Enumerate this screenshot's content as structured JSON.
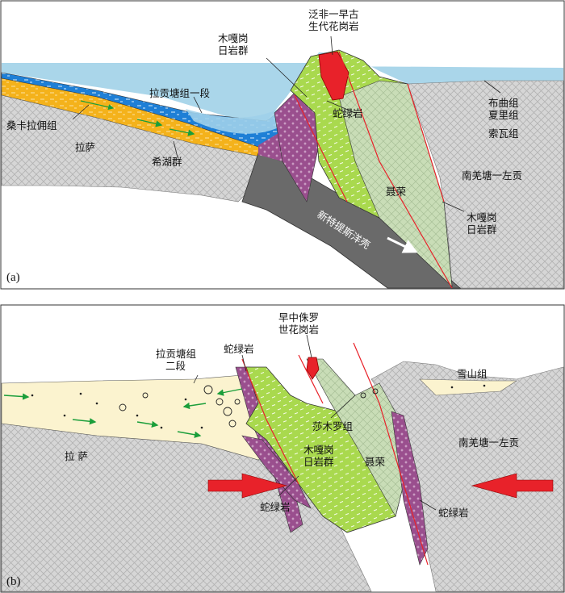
{
  "colors": {
    "sea": "#aad6ea",
    "grey_basement": "#d6d6d6",
    "green_muga": "#a9d94e",
    "purple_ophiolite": "#9a4f8e",
    "red_granite": "#e8222a",
    "blue_lagongtang": "#1e7fd6",
    "yellow_sangka": "#f4b21b",
    "cream_sediment": "#fbf3cf",
    "oceanic_crust": "#6a6a6a",
    "outline": "#333333"
  },
  "panel_a": {
    "panel_label": "(a)",
    "labels": {
      "granite": [
        "泛非一早古",
        "生代花岗岩"
      ],
      "muga_top": [
        "木嘎岗",
        "日岩群"
      ],
      "lagongtang_1": "拉贡塘组一段",
      "ophiolite": "蛇绿岩",
      "sangka": "桑卡拉佣组",
      "lhasa": "拉萨",
      "xihu": "希湖群",
      "buqu": "布曲组",
      "xiali": "夏里组",
      "suowa": "索瓦组",
      "qiangtang": "南羌塘一左贡",
      "nierong": "聂荣",
      "muga_right": [
        "木嘎岗",
        "日岩群"
      ],
      "oceanic_crust": "新特提斯洋壳"
    }
  },
  "panel_b": {
    "panel_label": "(b)",
    "labels": {
      "granite": [
        "早中侏罗",
        "世花岗岩"
      ],
      "ophiolite_top": "蛇绿岩",
      "lagongtang_2": [
        "拉贡塘组",
        "二段"
      ],
      "xueshan": "雪山组",
      "shamuluo": "莎木罗组",
      "muga": [
        "木嘎岗",
        "日岩群"
      ],
      "nierong": "聂荣",
      "lhasa": "拉 萨",
      "qiangtang": "南羌塘一左贡",
      "ophiolite_bottom": "蛇绿岩",
      "ophiolite_right": "蛇绿岩"
    }
  }
}
